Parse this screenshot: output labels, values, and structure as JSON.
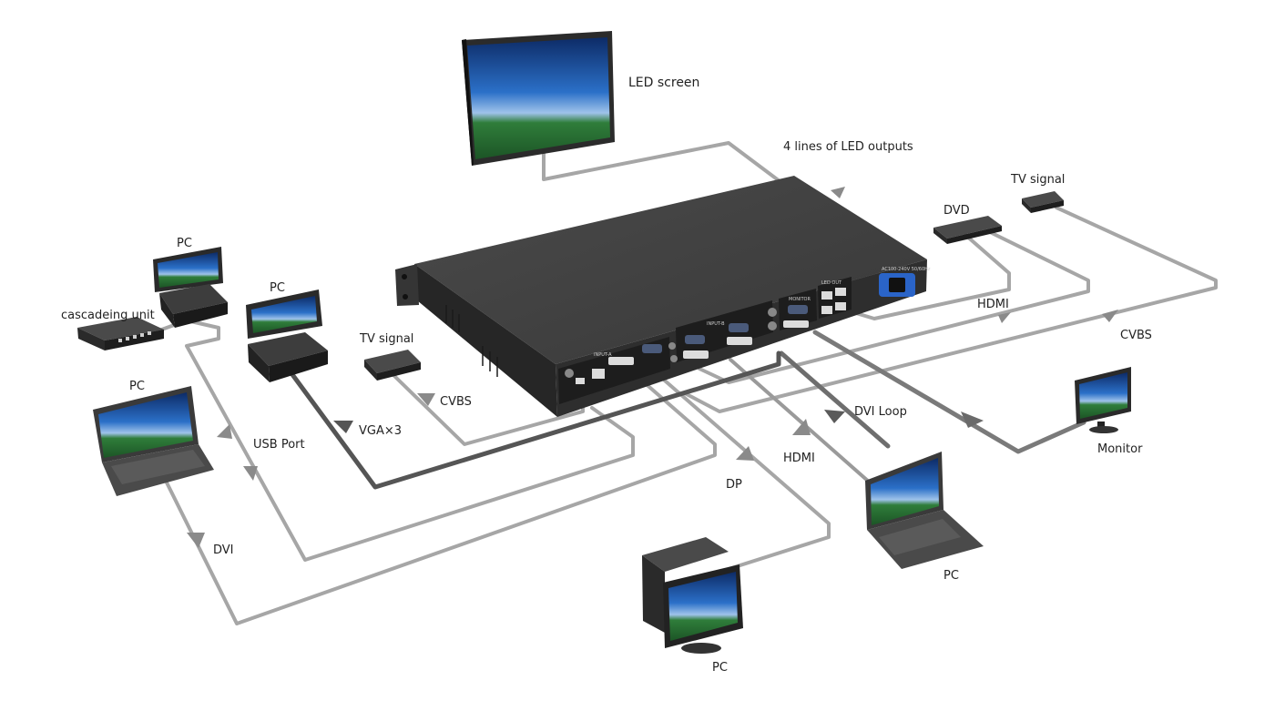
{
  "colors": {
    "cable_light": "#a6a6a6",
    "cable_mid": "#8c8c8c",
    "cable_dark": "#5c5c5c",
    "device_body": "#3d3d3d",
    "device_dark": "#2a2a2a",
    "screen_blue": "#1f5fa8",
    "screen_green": "#2f7d3a",
    "power_blue": "#2a64c8"
  },
  "labels": {
    "led_screen": "LED screen",
    "led_outputs": "4 lines of LED outputs",
    "tv_signal_right": "TV signal",
    "dvd": "DVD",
    "hdmi_right": "HDMI",
    "cvbs_right": "CVBS",
    "monitor": "Monitor",
    "dvi_loop": "DVI Loop",
    "hdmi_center": "HDMI",
    "dp": "DP",
    "pc_right_laptop": "PC",
    "pc_bottom": "PC",
    "pc_top_left": "PC",
    "cascading_unit": "cascadeing unit",
    "pc_mid_left": "PC",
    "tv_signal_left": "TV signal",
    "cvbs_left": "CVBS",
    "vga": "VGA×3",
    "usb_port": "USB Port",
    "pc_laptop_left": "PC",
    "dvi": "DVI"
  },
  "device": {
    "rear_label": "AC100-240V 50/60Hz",
    "port_labels": [
      "INPUT-A",
      "INPUT-B",
      "MONITOR",
      "LED OUT"
    ]
  },
  "icons": {
    "arrow": "arrow-icon",
    "power": "power-socket-icon"
  }
}
